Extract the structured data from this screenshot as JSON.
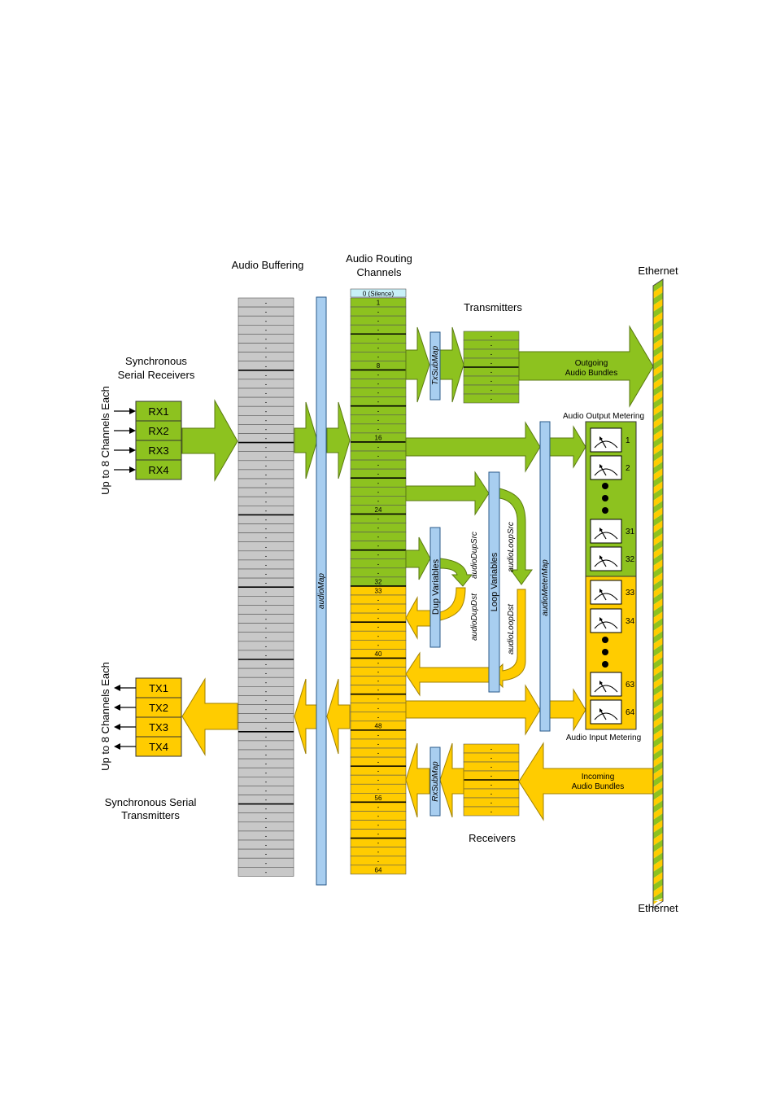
{
  "labels": {
    "audio_buffering": "Audio Buffering",
    "routing_line1": "Audio Routing",
    "routing_line2": "Channels",
    "ethernet_top": "Ethernet",
    "ethernet_bottom": "Ethernet",
    "transmitters": "Transmitters",
    "receivers": "Receivers",
    "sync_rx_line1": "Synchronous",
    "sync_rx_line2": "Serial Receivers",
    "sync_tx_line1": "Synchronous Serial",
    "sync_tx_line2": "Transmitters",
    "up_to_rx": "Up to 8 Channels Each",
    "up_to_tx": "Up to 8 Channels Each",
    "outgoing_line1": "Outgoing",
    "outgoing_line2": "Audio Bundles",
    "incoming_line1": "Incoming",
    "incoming_line2": "Audio Bundles",
    "output_metering": "Audio Output Metering",
    "input_metering": "Audio Input Metering",
    "audio_map": "audioMap",
    "tx_submap": "TxSubMap",
    "rx_submap": "RxSubMap",
    "dup_variables": "Dup Variables",
    "loop_variables": "Loop Variables",
    "meter_map": "audioMeterMap",
    "dup_src": "audioDupSrc",
    "dup_dst": "audioDupDst",
    "loop_src": "audioLoopSrc",
    "loop_dst": "audioLoopDst"
  },
  "receivers_list": [
    "RX1",
    "RX2",
    "RX3",
    "RX4"
  ],
  "transmitters_list": [
    "TX1",
    "TX2",
    "TX3",
    "TX4"
  ],
  "routing": {
    "silence": "0 (Silence)",
    "cell_dash": "-",
    "numbered": [
      {
        "n": 1,
        "label": "1"
      },
      {
        "n": 8,
        "label": "8"
      },
      {
        "n": 16,
        "label": "16"
      },
      {
        "n": 24,
        "label": "24"
      },
      {
        "n": 32,
        "label": "32"
      },
      {
        "n": 33,
        "label": "33"
      },
      {
        "n": 40,
        "label": "40"
      },
      {
        "n": 48,
        "label": "48"
      },
      {
        "n": 56,
        "label": "56"
      },
      {
        "n": 64,
        "label": "64"
      }
    ]
  },
  "output_meters": [
    "1",
    "2",
    "31",
    "32"
  ],
  "input_meters": [
    "33",
    "34",
    "63",
    "64"
  ],
  "colors": {
    "green": "#8dc21f",
    "yellow": "#ffcc00",
    "gray": "#c8c8c8",
    "blue": "#a8cef0",
    "silence": "#c8f0f8",
    "ethernet_green": "#8dc21f",
    "ethernet_yellow": "#ffcc00"
  }
}
